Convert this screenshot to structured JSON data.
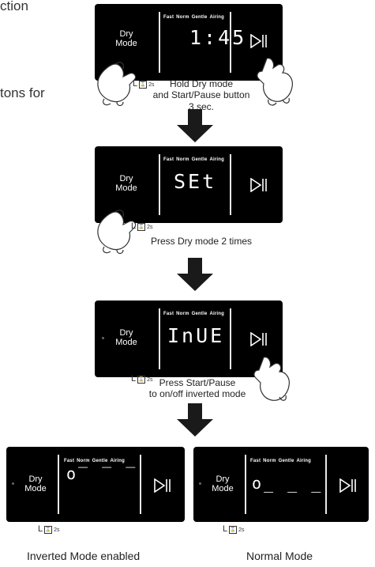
{
  "clipped_text": {
    "top": "ction",
    "side": "tons for"
  },
  "modes": [
    "Fast",
    "Norm",
    "Gentle",
    "Airing"
  ],
  "dry_mode_label": [
    "Dry",
    "Mode"
  ],
  "timer_label": "2s",
  "steps": [
    {
      "display": "1:45",
      "instruction": [
        "Hold Dry mode",
        "and Start/Pause button",
        "3 sec."
      ]
    },
    {
      "display": "SEt",
      "instruction": [
        "Press Dry mode 2 times"
      ]
    },
    {
      "display": "InUE",
      "instruction": [
        "Press Start/Pause",
        "to on/off inverted mode"
      ]
    }
  ],
  "results": [
    {
      "display": "o‾ ‾ ‾",
      "caption": "Inverted Mode enabled"
    },
    {
      "display": "o_ _ _",
      "caption": "Normal Mode"
    }
  ],
  "colors": {
    "panel": "#000000",
    "arrow": "#1a1a1a",
    "text": "#222222"
  },
  "icons": [
    "play-pause-icon",
    "hand-pressing-icon",
    "timer-2s-icon",
    "down-arrow-icon"
  ]
}
